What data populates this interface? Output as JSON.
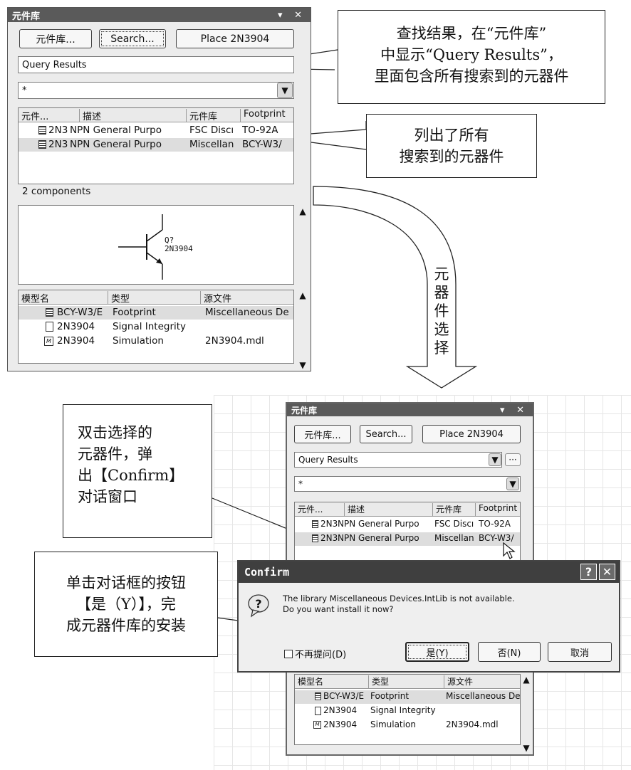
{
  "panel_top": {
    "title": "元件库",
    "title_controls": "▾ ✕",
    "btn_libraries": "元件库...",
    "btn_search": "Search...",
    "btn_place": "Place 2N3904",
    "library_value": "Query Results",
    "filter_value": "*",
    "columns": [
      "元件...",
      "描述",
      "元件库",
      "Footprint"
    ],
    "rows": [
      {
        "name": "2N3",
        "desc": "NPN General Purpo",
        "lib": "FSC Discı",
        "fp": "TO-92A"
      },
      {
        "name": "2N3",
        "desc": "NPN General Purpo",
        "lib": "Miscellan",
        "fp": "BCY-W3/"
      }
    ],
    "count": "2 components",
    "symbol_ref": "Q?",
    "symbol_val": "2N3904",
    "model_columns": [
      "模型名",
      "类型",
      "源文件"
    ],
    "models": [
      {
        "name": "BCY-W3/E",
        "type": "Footprint",
        "src": "Miscellaneous De"
      },
      {
        "name": "2N3904",
        "type": "Signal Integrity",
        "src": ""
      },
      {
        "name": "2N3904",
        "type": "Simulation",
        "src": "2N3904.mdl"
      }
    ]
  },
  "panel_bottom": {
    "title": "元件库",
    "title_controls": "▾ ✕",
    "btn_libraries": "元件库...",
    "btn_search": "Search...",
    "btn_place": "Place 2N3904",
    "library_value": "Query Results",
    "filter_value": "*",
    "columns": [
      "元件...",
      "描述",
      "元件库",
      "Footprint"
    ],
    "rows": [
      {
        "name": "2N3",
        "desc": "NPN General Purpo",
        "lib": "FSC Discı",
        "fp": "TO-92A"
      },
      {
        "name": "2N3",
        "desc": "NPN General Purpo",
        "lib": "Miscellan",
        "fp": "BCY-W3/"
      }
    ],
    "model_columns": [
      "模型名",
      "类型",
      "源文件"
    ],
    "models": [
      {
        "name": "BCY-W3/E",
        "type": "Footprint",
        "src": "Miscellaneous De"
      },
      {
        "name": "2N3904",
        "type": "Signal Integrity",
        "src": ""
      },
      {
        "name": "2N3904",
        "type": "Simulation",
        "src": "2N3904.mdl"
      }
    ]
  },
  "dialog": {
    "title": "Confirm",
    "help": "?",
    "close": "✕",
    "message_line1": "The library Miscellaneous Devices.IntLib is not available.",
    "message_line2": "Do you want install it now?",
    "checkbox_label": "不再提问(D)",
    "btn_yes": "是(Y)",
    "btn_no": "否(N)",
    "btn_cancel": "取消"
  },
  "callouts": {
    "query_results_line1": "查找结果，在“元件库”",
    "query_results_line2": "中显示“Query Results”，",
    "query_results_line3": "里面包含所有搜索到的元器件",
    "listed_line1": "列出了所有",
    "listed_line2": "搜索到的元器件",
    "arrow_label": [
      "元",
      "器",
      "件",
      "选",
      "择"
    ],
    "dblclick_line1": "双击选择的",
    "dblclick_line2": "元器件，弹",
    "dblclick_line3": "出【Confirm】",
    "dblclick_line4": "对话窗口",
    "click_yes_line1": "单击对话框的按钮",
    "click_yes_line2": "【是（Y）】，完",
    "click_yes_line3": "成元器件库的安装"
  }
}
